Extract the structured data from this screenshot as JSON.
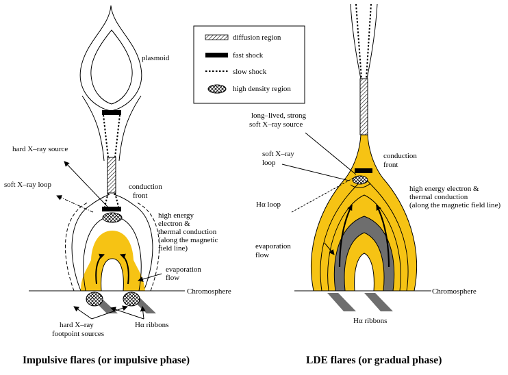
{
  "colors": {
    "flare_yellow": "#f6c314",
    "dark_gray": "#6e6e6e",
    "black": "#000000",
    "white": "#ffffff"
  },
  "legend": {
    "diffusion_region": "diffusion region",
    "fast_shock": "fast shock",
    "slow_shock": "slow shock",
    "high_density_region": "high density region"
  },
  "left_panel": {
    "caption": "Impulsive flares (or impulsive phase)",
    "plasmoid": "plasmoid",
    "hard_xray_source": "hard X–ray source",
    "soft_xray_loop": "soft X–ray loop",
    "conduction_front": [
      "conduction",
      "front"
    ],
    "high_energy_conduction": [
      "high energy",
      "electron &",
      "thermal conduction",
      "(along the magnetic",
      "field line)"
    ],
    "evaporation_flow": [
      "evaporation",
      "flow"
    ],
    "chromosphere": "Chromosphere",
    "hxr_footpoints": [
      "hard X–ray",
      "footpoint sources"
    ],
    "halpha_ribbons": "Hα ribbons"
  },
  "right_panel": {
    "caption": "LDE flares (or gradual phase)",
    "long_lived_source": [
      "long–lived, strong",
      "soft X–ray source"
    ],
    "soft_xray_loop": [
      "soft X–ray",
      "loop"
    ],
    "conduction_front": [
      "conduction",
      "front"
    ],
    "high_energy_electron": [
      "high energy electron &",
      "thermal conduction",
      "(along the magnetic field line)"
    ],
    "halpha_loop": "Hα loop",
    "evaporation_flow": [
      "evaporation",
      "flow"
    ],
    "chromosphere": "Chromosphere",
    "halpha_ribbons": "Hα ribbons"
  }
}
